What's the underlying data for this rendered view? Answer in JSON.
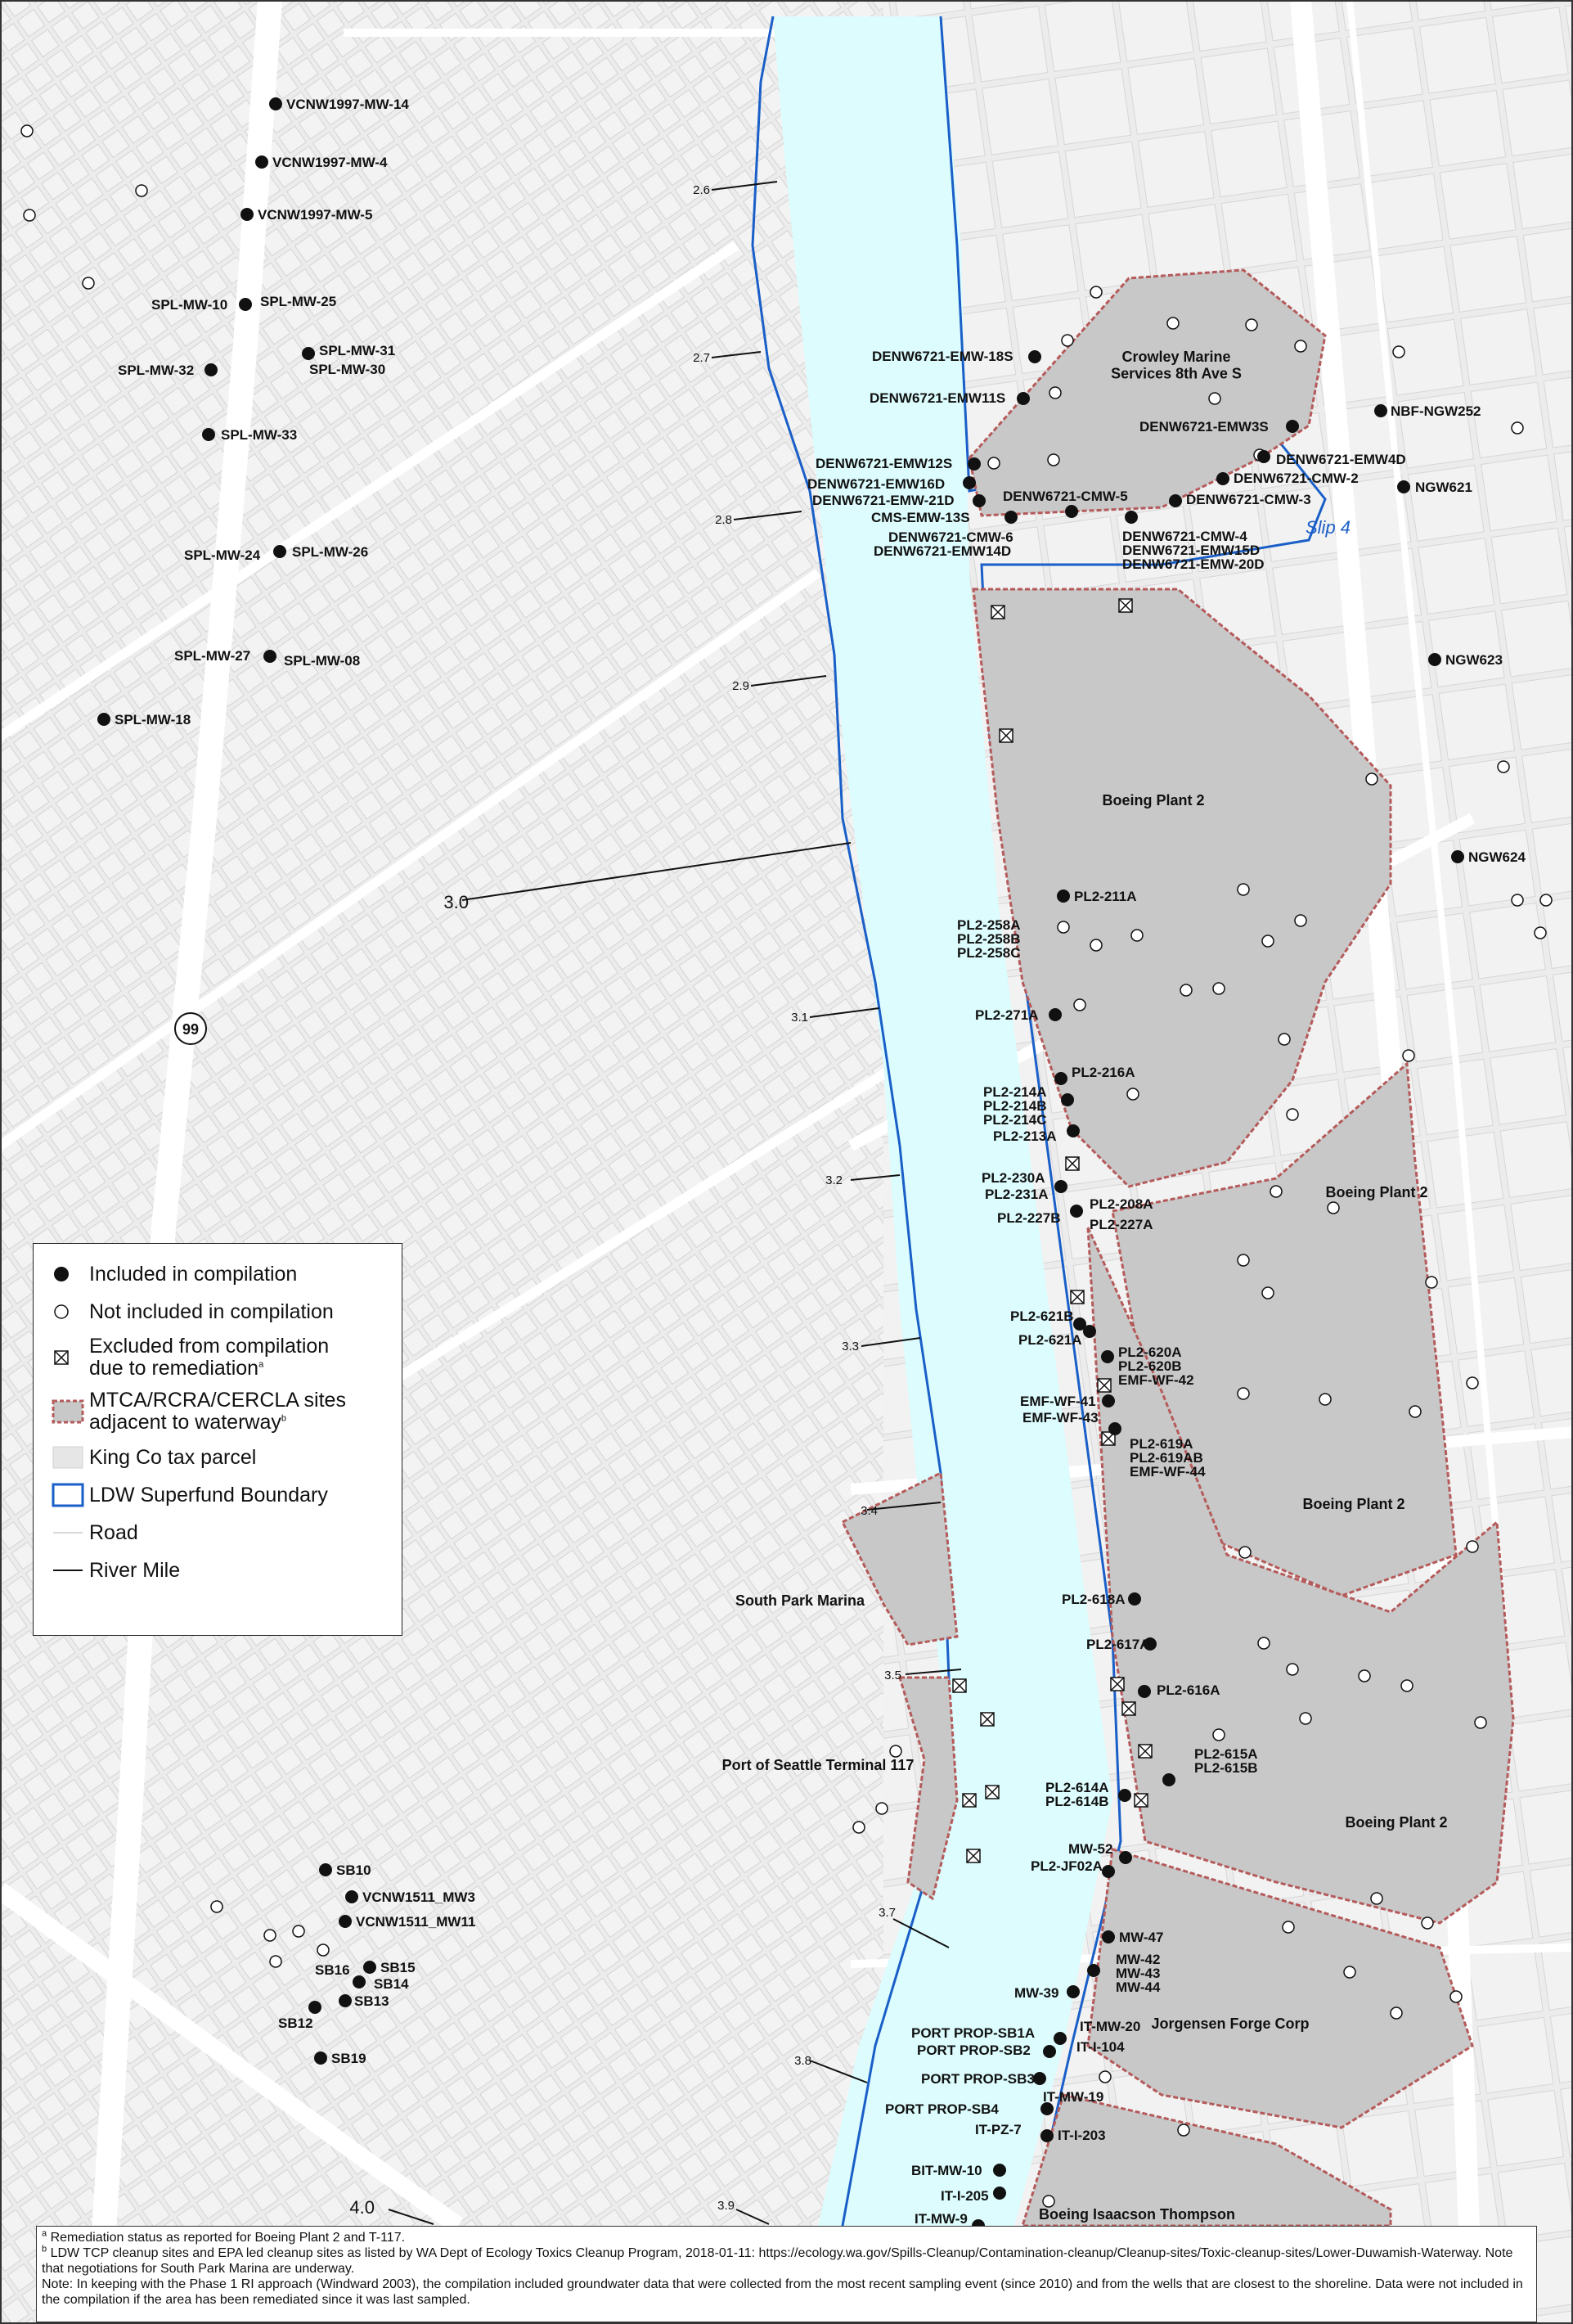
{
  "title": "",
  "legend": {
    "items": [
      {
        "symbol": "filled-circle-icon",
        "label": "Included in compilation"
      },
      {
        "symbol": "open-circle-icon",
        "label": "Not included in compilation"
      },
      {
        "symbol": "crossed-box-icon",
        "label": "Excluded from compilation\ndue to remediation",
        "sup": "a"
      },
      {
        "symbol": "cleanup-site-swatch-icon",
        "label": "MTCA/RCRA/CERCLA sites\nadjacent to waterway",
        "sup": "b"
      },
      {
        "symbol": "tax-parcel-swatch-icon",
        "label": "King Co tax parcel"
      },
      {
        "symbol": "superfund-boundary-swatch-icon",
        "label": "LDW Superfund Boundary"
      },
      {
        "symbol": "road-line-icon",
        "label": "Road"
      },
      {
        "symbol": "river-mile-line-icon",
        "label": "River Mile"
      }
    ]
  },
  "colors": {
    "water": "#dcfcfd",
    "superfund_boundary": "#1a5fc8",
    "site_fill": "#c8c8c8",
    "site_border": "#b55a5a",
    "parcel_fill": "#f1f1f1",
    "road": "#ffffff",
    "base": "#e3e3e3"
  },
  "site_labels": [
    "Crowley Marine\nServices 8th Ave S",
    "Boeing Plant 2",
    "Boeing Plant 2",
    "Boeing Plant 2",
    "Boeing Plant 2",
    "South Park Marina",
    "Port of Seattle Terminal 117",
    "Jorgensen Forge Corp",
    "Boeing Isaacson Thompson"
  ],
  "waterway_label": "Slip 4",
  "highway_shield": "99",
  "river_miles": [
    "2.6",
    "2.7",
    "2.8",
    "2.9",
    "3.0",
    "3.1",
    "3.2",
    "3.3",
    "3.4",
    "3.5",
    "3.7",
    "3.8",
    "3.9",
    "4.0"
  ],
  "wells_included": [
    "VCNW1997-MW-14",
    "VCNW1997-MW-4",
    "VCNW1997-MW-5",
    "SPL-MW-10",
    "SPL-MW-25",
    "SPL-MW-31",
    "SPL-MW-30",
    "SPL-MW-32",
    "SPL-MW-33",
    "SPL-MW-24",
    "SPL-MW-26",
    "SPL-MW-27",
    "SPL-MW-08",
    "SPL-MW-18",
    "DENW6721-EMW-18S",
    "DENW6721-EMW11S",
    "DENW6721-EMW3S",
    "NBF-NGW252",
    "DENW6721-EMW12S",
    "DENW6721-EMW4D",
    "DENW6721-EMW16D",
    "DENW6721-CMW-2",
    "NGW621",
    "DENW6721-EMW-21D",
    "DENW6721-CMW-5",
    "DENW6721-CMW-3",
    "CMS-EMW-13S",
    "DENW6721-CMW-6",
    "DENW6721-EMW14D",
    "DENW6721-CMW-4",
    "DENW6721-EMW15D",
    "DENW6721-EMW-20D",
    "NGW623",
    "NGW624",
    "PL2-211A",
    "PL2-258A",
    "PL2-258B",
    "PL2-258C",
    "PL2-271A",
    "PL2-216A",
    "PL2-214A",
    "PL2-214B",
    "PL2-214C",
    "PL2-213A",
    "PL2-230A",
    "PL2-231A",
    "PL2-208A",
    "PL2-227B",
    "PL2-227A",
    "PL2-621B",
    "PL2-621A",
    "PL2-620A",
    "PL2-620B",
    "EMF-WF-42",
    "EMF-WF-41",
    "EMF-WF-43",
    "PL2-619A",
    "PL2-619AB",
    "EMF-WF-44",
    "PL2-618A",
    "PL2-617A",
    "PL2-616A",
    "PL2-615A",
    "PL2-615B",
    "PL2-614A",
    "PL2-614B",
    "MW-52",
    "PL2-JF02A",
    "MW-47",
    "MW-42",
    "MW-43",
    "MW-44",
    "MW-39",
    "PORT PROP-SB1A",
    "IT-MW-20",
    "PORT PROP-SB2",
    "IT-I-104",
    "PORT PROP-SB3",
    "IT-MW-19",
    "PORT PROP-SB4",
    "IT-PZ-7",
    "IT-I-203",
    "BIT-MW-10",
    "IT-I-205",
    "IT-MW-9",
    "SB10",
    "VCNW1511_MW3",
    "VCNW1511_MW11",
    "SB15",
    "SB16",
    "SB14",
    "SB13",
    "SB12",
    "SB19"
  ],
  "footnotes": [
    {
      "sup": "a",
      "text": "Remediation status as reported for Boeing Plant 2 and T-117."
    },
    {
      "sup": "b",
      "text": "LDW TCP cleanup sites and EPA led cleanup sites as listed by WA Dept of Ecology Toxics Cleanup Program, 2018-01-11: https://ecology.wa.gov/Spills-Cleanup/Contamination-cleanup/Cleanup-sites/Toxic-cleanup-sites/Lower-Duwamish-Waterway. Note that negotiations for South Park Marina are underway."
    },
    {
      "sup": "",
      "text": "Note: In keeping with the Phase 1 RI approach (Windward 2003), the compilation included groundwater data that were collected from the most recent sampling event (since 2010) and from the wells that are closest to the shoreline. Data were not included in the compilation if the area has been remediated since it was last sampled."
    }
  ]
}
